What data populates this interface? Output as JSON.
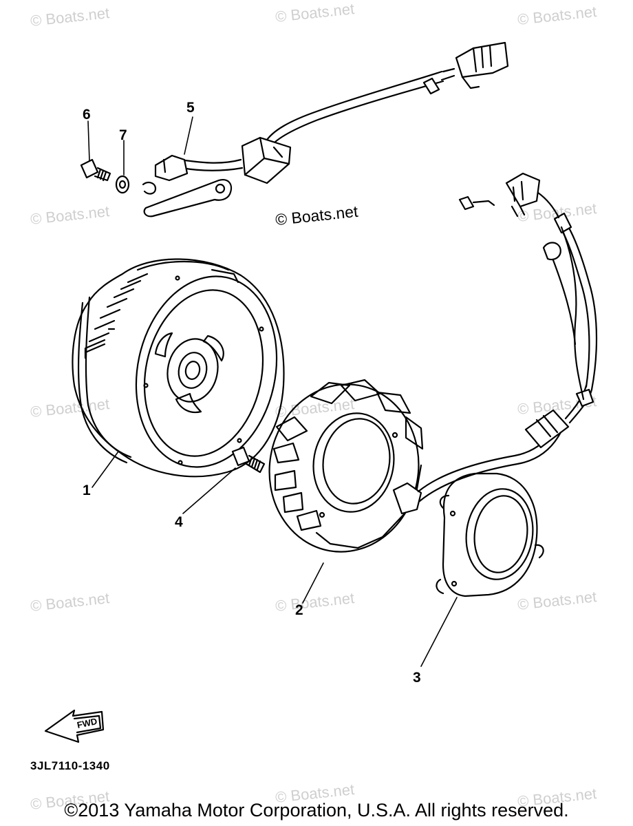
{
  "callouts": {
    "c1": "1",
    "c2": "2",
    "c3": "3",
    "c4": "4",
    "c5": "5",
    "c6": "6",
    "c7": "7"
  },
  "watermark": "© Boats.net",
  "fwd_label": "FWD",
  "part_number": "3JL7110-1340",
  "copyright": "©2013 Yamaha Motor Corporation, U.S.A. All rights reserved."
}
